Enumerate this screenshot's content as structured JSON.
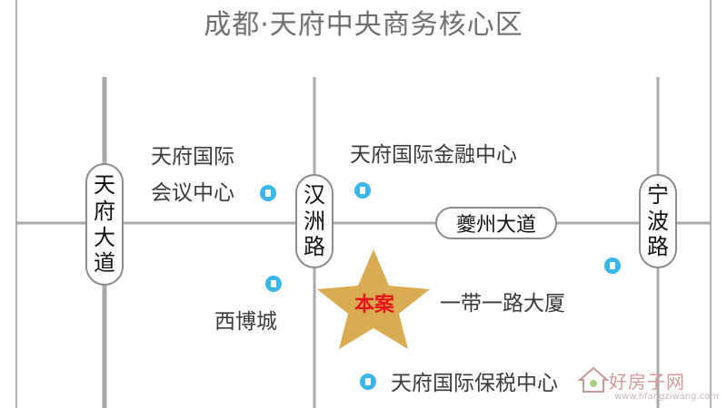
{
  "title": "成都·天府中央商务核心区",
  "roads": {
    "tianfu_avenue": [
      "天",
      "府",
      "大",
      "道"
    ],
    "hanzhou_road": [
      "汉",
      "洲",
      "路"
    ],
    "ningbo_road": [
      "宁",
      "波",
      "路"
    ],
    "kuizhou_avenue": "夔州大道"
  },
  "places": {
    "convention_center_line1": "天府国际",
    "convention_center_line2": "会议中心",
    "finance_center": "天府国际金融中心",
    "xibo_city": "西博城",
    "belt_road_tower": "一带一路大厦",
    "bonded_center": "天府国际保税中心"
  },
  "project_label": "本案",
  "colors": {
    "road": "#a9a9a9",
    "pin": "#39b7ea",
    "star": "#d9ab52",
    "project_text": "#e8141b"
  },
  "watermark": {
    "name": "好房子网",
    "url": "www.hfangziwang.com"
  }
}
